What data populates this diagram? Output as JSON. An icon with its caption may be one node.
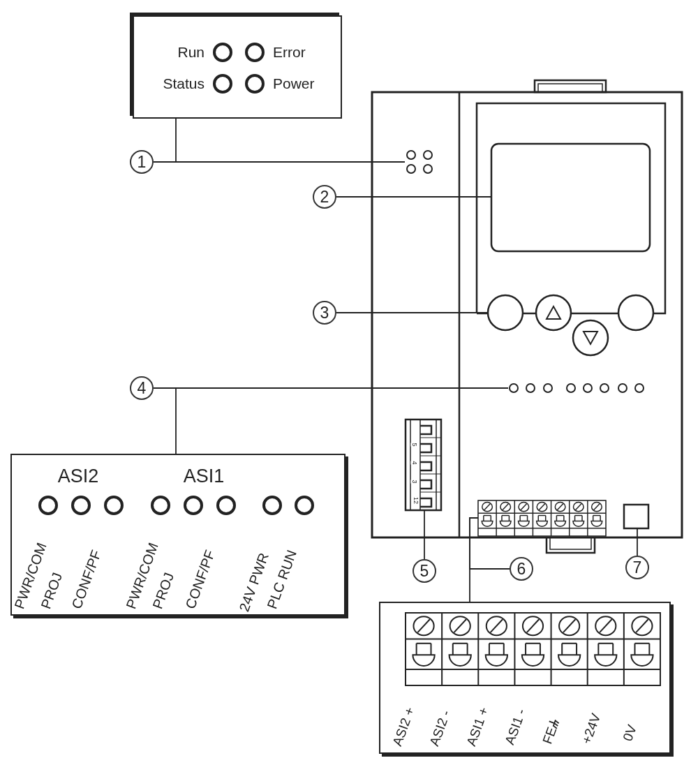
{
  "diagram": {
    "nodes": [
      {
        "text": [
          "1"
        ]
      },
      {
        "text": [
          "Run",
          "Error",
          "Status",
          "Power"
        ]
      },
      {
        "text": [],
        "shape": "circle"
      },
      {
        "text": [
          "2"
        ]
      },
      {
        "text": [],
        "shape": "box"
      },
      {
        "text": [
          "3"
        ]
      },
      {
        "text": [],
        "shape": "circle"
      },
      {
        "text": [
          "4"
        ]
      },
      {
        "text": [],
        "shape": "circle"
      },
      {
        "text": [
          "ASI2",
          "ASI1",
          "PWR/COM",
          "PROJ",
          "CONF/PF",
          "PWR/COM",
          "PROJ",
          "CONF/PF",
          "24V PWR",
          "PLC RUN"
        ]
      },
      {
        "text": [
          "5"
        ]
      },
      {
        "text": [],
        "shape": "box"
      },
      {
        "text": [
          "6"
        ]
      },
      {
        "text": [],
        "shape": "box"
      },
      {
        "text": [
          "ASI2 +",
          "ASI2 -",
          "ASI1 +",
          "ASI1 -",
          "FE",
          "+24V",
          "0V"
        ]
      },
      {
        "text": [
          "7"
        ]
      },
      {
        "text": [],
        "shape": "box"
      },
      {
        "text": [],
        "shape": "circle"
      },
      {
        "text": [],
        "shape": "circle"
      },
      {
        "text": [],
        "shape": "circle"
      }
    ],
    "edges": [
      {
        "from": 0,
        "to": 2,
        "arrow": "none"
      },
      {
        "from": 1,
        "to": 2,
        "arrow": "none"
      },
      {
        "from": 3,
        "to": 4,
        "arrow": "none"
      },
      {
        "from": 5,
        "to": 6,
        "arrow": "none"
      },
      {
        "from": 7,
        "to": 8,
        "arrow": "none"
      },
      {
        "from": 9,
        "to": 8,
        "arrow": "none"
      },
      {
        "from": 10,
        "to": 11,
        "arrow": "none"
      },
      {
        "from": 12,
        "to": 13,
        "arrow": "none"
      },
      {
        "from": 14,
        "to": 13,
        "arrow": "none"
      },
      {
        "from": 15,
        "to": 16,
        "arrow": "none"
      }
    ],
    "labels": [
      "5",
      "4",
      "3",
      "12"
    ]
  }
}
